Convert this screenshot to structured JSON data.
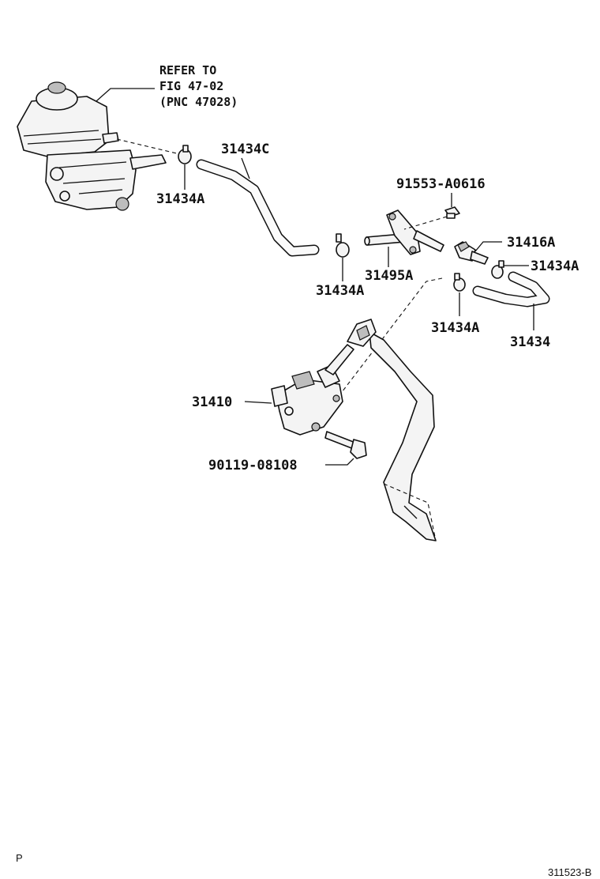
{
  "reference_note": {
    "line1": "REFER TO",
    "line2": "FIG 47-02",
    "line3": "(PNC 47028)"
  },
  "callouts": {
    "hose_upper": "31434C",
    "clamp_left": "31434A",
    "bolt_top": "91553-A0616",
    "union": "31416A",
    "clamp_right": "31434A",
    "clamp_middle": "31434A",
    "pipe_bracket": "31495A",
    "clamp_lower": "31434A",
    "hose_lower": "31434",
    "master_cylinder": "31410",
    "bolt_lower": "90119-08108"
  },
  "footer": {
    "left_code": "P",
    "right_code": "311523-B"
  }
}
